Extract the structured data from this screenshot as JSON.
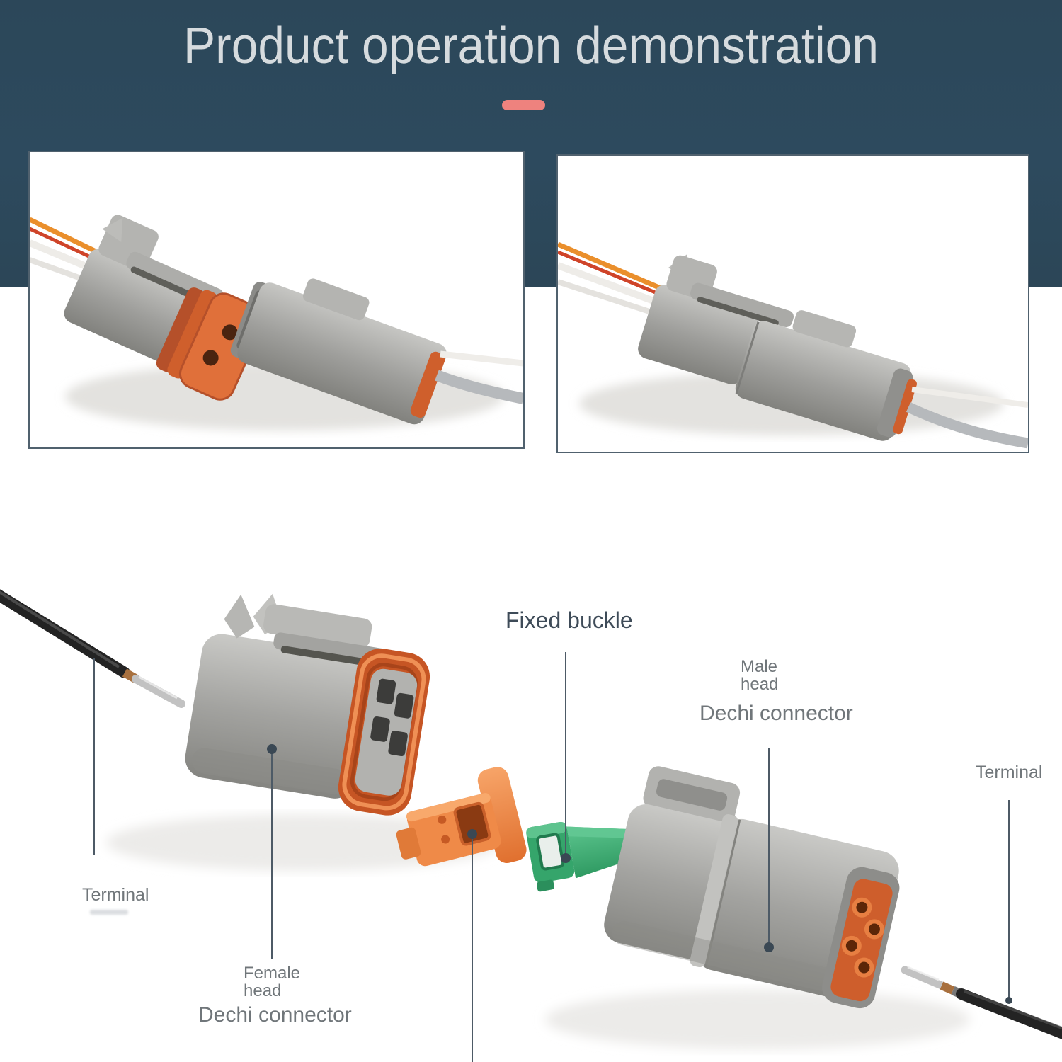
{
  "header": {
    "title": "Product operation demonstration",
    "title_color": "#d6dbde",
    "background_color": "#2d4a5e",
    "accent_color": "#ee827e"
  },
  "cards": {
    "border_color": "#50616e"
  },
  "diagram": {
    "labels": {
      "fixed_buckle": "Fixed buckle",
      "male_head_line1": "Male",
      "male_head_line2": "head",
      "male_connector": "Dechi connector",
      "terminal_right": "Terminal",
      "terminal_left": "Terminal",
      "female_head_line1": "Female",
      "female_head_line2": "head",
      "female_connector": "Dechi connector"
    },
    "pointer_line_color": "#4d5a66",
    "pointer_dot_color": "#3a4854",
    "label_color": "#70767a",
    "heading_label_color": "#3e4b58"
  },
  "part_colors": {
    "connector_gray": "#9b9b98",
    "connector_gray_light": "#c6c6c3",
    "seal_orange": "#cf5f2c",
    "wedge_orange": "#ef8a48",
    "buckle_green": "#38a96e",
    "wire_orange": "#ea8f2c",
    "wire_red": "#cf4429",
    "wire_white": "#eeece8",
    "wire_gray": "#b6b9bc",
    "wire_black": "#232323",
    "terminal_silver": "#c2c2c2",
    "terminal_copper": "#a8703e"
  }
}
